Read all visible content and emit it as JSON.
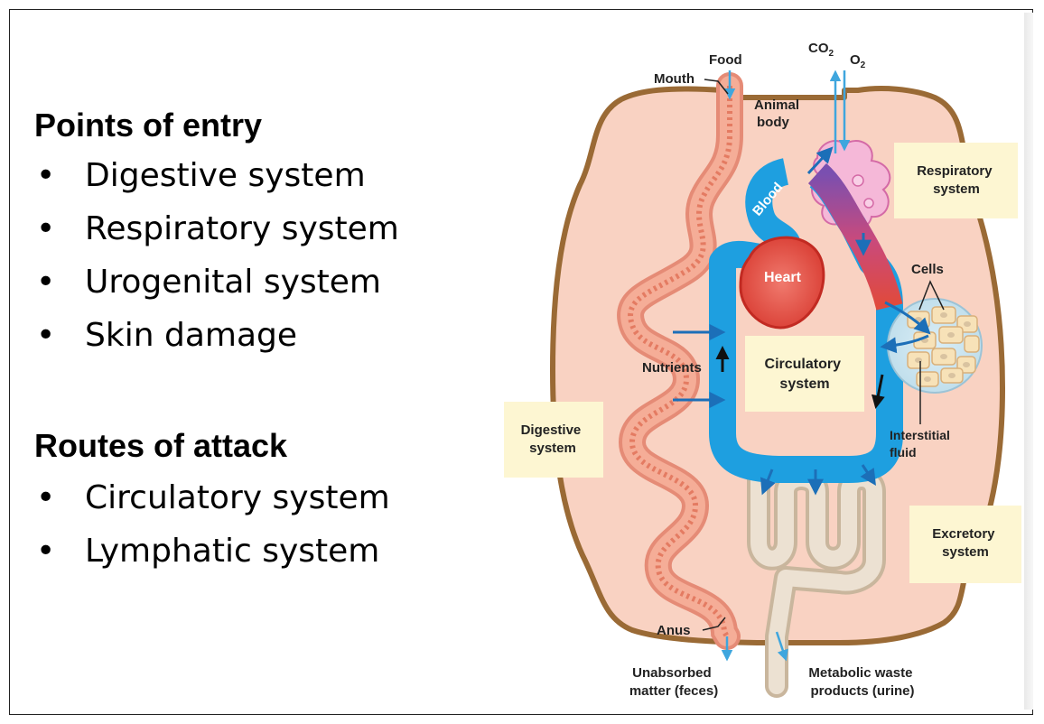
{
  "left_panel": {
    "section1": {
      "heading": "Points of entry",
      "items": [
        "Digestive system",
        "Respiratory system",
        "Urogenital system",
        "Skin damage"
      ]
    },
    "section2": {
      "heading": "Routes of attack",
      "items": [
        "Circulatory system",
        "Lymphatic system"
      ]
    },
    "bullet_char": "•"
  },
  "diagram": {
    "food": "Food",
    "mouth": "Mouth",
    "co2": "CO",
    "o2": "O",
    "subscript_2": "2",
    "animal_body": [
      "Animal",
      "body"
    ],
    "blood": "Blood",
    "heart": "Heart",
    "respiratory_system": [
      "Respiratory",
      "system"
    ],
    "cells": "Cells",
    "nutrients": "Nutrients",
    "circulatory_system": [
      "Circulatory",
      "system"
    ],
    "interstitial_fluid": [
      "Interstitial",
      "fluid"
    ],
    "digestive_system": [
      "Digestive",
      "system"
    ],
    "excretory_system": [
      "Excretory",
      "system"
    ],
    "anus": "Anus",
    "unabsorbed": [
      "Unabsorbed",
      "matter (feces)"
    ],
    "metabolic": [
      "Metabolic waste",
      "products (urine)"
    ]
  },
  "colors": {
    "body_fill": "#f9d2c2",
    "body_outline": "#9a6a35",
    "blood_blue": "#1e9fe0",
    "heart_red": "#e4433b",
    "lung_pink": "#f5b8d8",
    "gut": "#f0a089",
    "excretory_tube": "#e9d9c6",
    "label_box": "#fdf6d2",
    "arrow": "#1c6fb8"
  }
}
